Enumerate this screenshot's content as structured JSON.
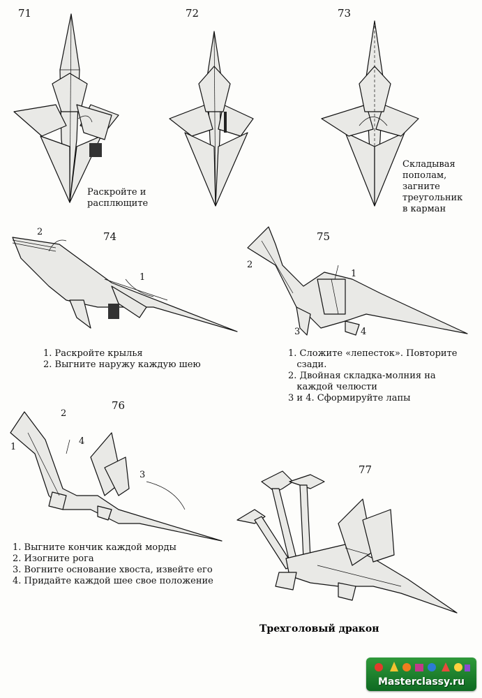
{
  "steps": {
    "s71": {
      "number": "71",
      "caption": "Раскройте и\nрасплющите"
    },
    "s72": {
      "number": "72"
    },
    "s73": {
      "number": "73",
      "caption": "Складывая\nпополам,\nзагните\nтреугольник\nв карман"
    },
    "s74": {
      "number": "74",
      "labels": [
        "2",
        "1"
      ],
      "instructions": [
        "1. Раскройте крылья",
        "2. Выгните наружу каждую шею"
      ]
    },
    "s75": {
      "number": "75",
      "labels": [
        "2",
        "1",
        "3",
        "4"
      ],
      "instructions": [
        "1. Сложите «лепесток». Повторите",
        "   сзади.",
        "2. Двойная складка-молния на",
        "   каждой челюсти",
        "3 и 4. Сформируйте лапы"
      ]
    },
    "s76": {
      "number": "76",
      "labels": [
        "2",
        "1",
        "4",
        "3"
      ],
      "instructions": [
        "1. Выгните кончик каждой морды",
        "2. Изогните рога",
        "3. Вогните основание хвоста, извейте его",
        "4. Придайте каждой шее свое положение"
      ]
    },
    "s77": {
      "number": "77",
      "title": "Трехголовый дракон"
    }
  },
  "watermark": {
    "text": "Masterclassy.ru",
    "bg_color": "#1f8a33"
  },
  "colors": {
    "ink": "#111111",
    "paper_fill": "#e9e9e6",
    "shade": "#bdbdbb"
  }
}
